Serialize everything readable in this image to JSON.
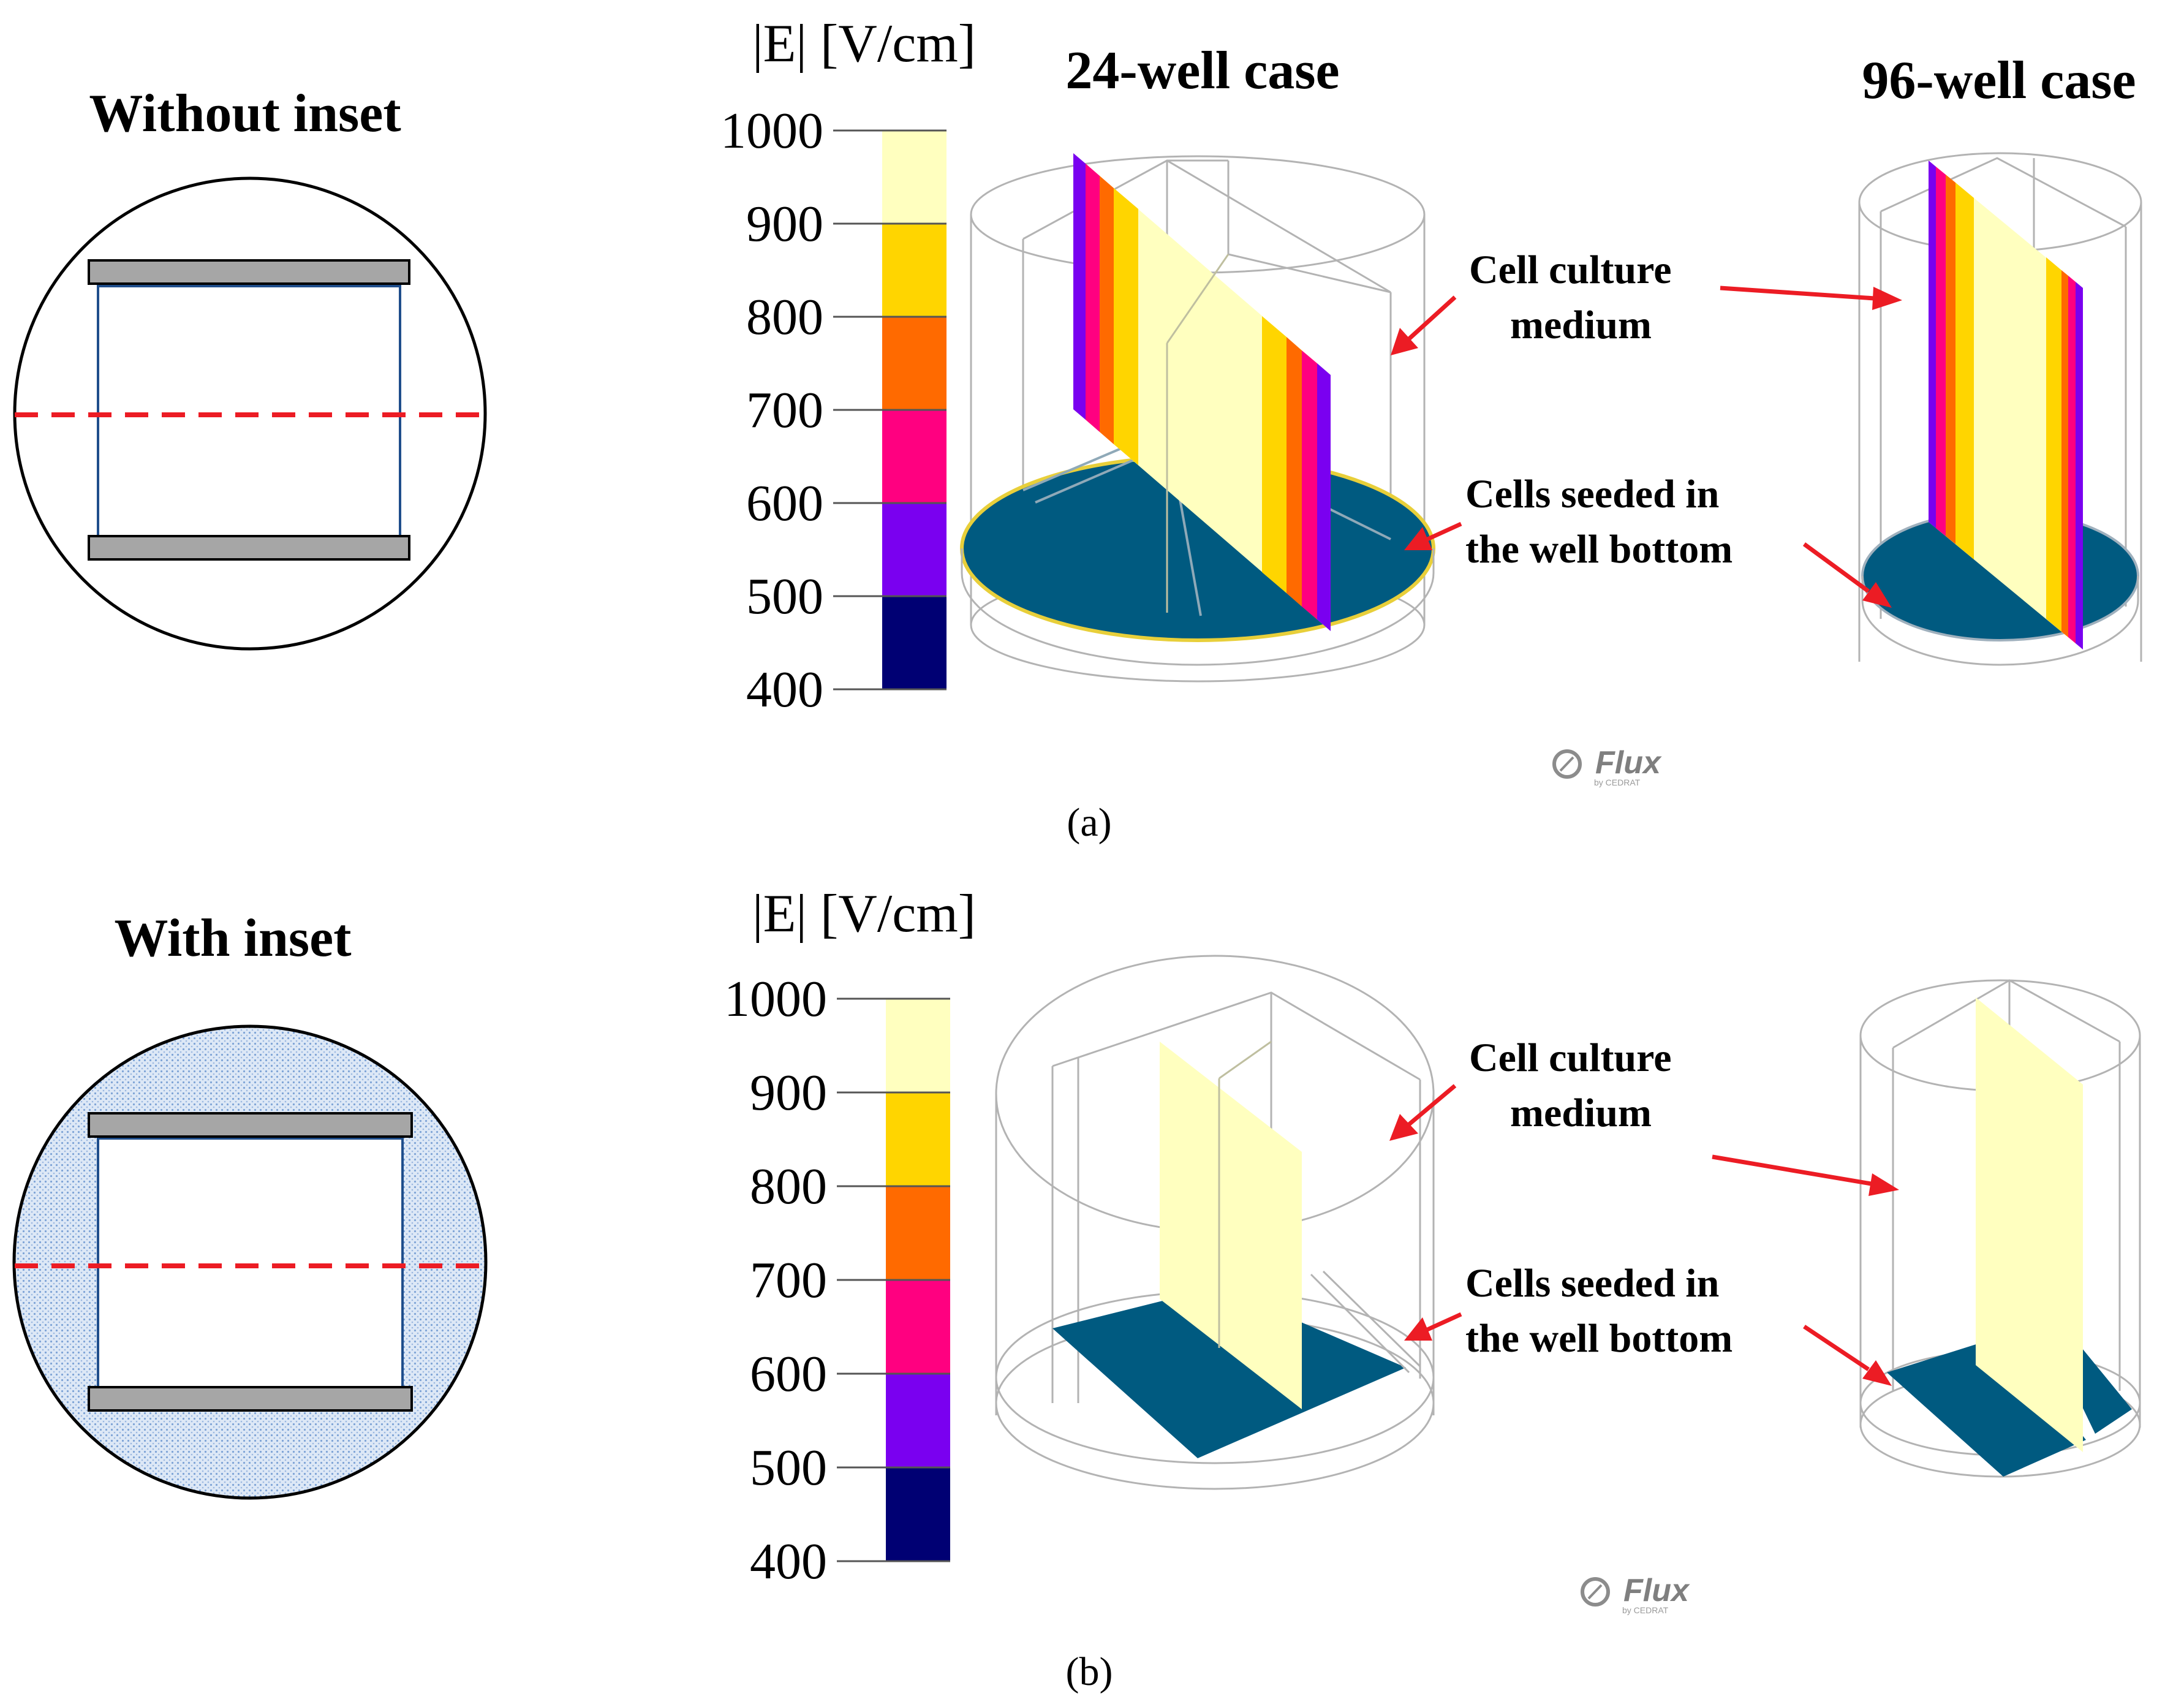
{
  "panel_a": {
    "label": "(a)",
    "diagram_title": "Without inset",
    "legend_title": "|E| [V/cm]",
    "case_24_title": "24-well case",
    "case_96_title": "96-well case",
    "annotation_medium_line1": "Cell culture",
    "annotation_medium_line2": "medium",
    "annotation_cells_line1": "Cells seeded in",
    "annotation_cells_line2": "the well  bottom",
    "logo_text": "Flux",
    "logo_subtext": "by CEDRAT"
  },
  "panel_b": {
    "label": "(b)",
    "diagram_title": "With inset",
    "legend_title": "|E| [V/cm]",
    "annotation_medium_line1": "Cell culture",
    "annotation_medium_line2": "medium",
    "annotation_cells_line1": "Cells seeded in",
    "annotation_cells_line2": "the well  bottom",
    "logo_text": "Flux",
    "logo_subtext": "by CEDRAT"
  },
  "colorbar": {
    "ticks": [
      "1000",
      "900",
      "800",
      "700",
      "600",
      "500",
      "400"
    ],
    "bands": [
      {
        "range": "900-1000",
        "color": "#ffffbf"
      },
      {
        "range": "800-900",
        "color": "#ffd500"
      },
      {
        "range": "700-800",
        "color": "#ff6a00"
      },
      {
        "range": "600-700",
        "color": "#ff0080"
      },
      {
        "range": "500-600",
        "color": "#7a00f0"
      },
      {
        "range": "400-500",
        "color": "#000073"
      }
    ]
  },
  "colors": {
    "electrode": "#a6a6a6",
    "gap_outline": "#1f4e8c",
    "cut_line": "#ec1c24",
    "inset_fill": "#bfd4ee",
    "well_bottom": "#005a80",
    "arrow": "#ec1c24",
    "field_high": "#ffffbf"
  }
}
